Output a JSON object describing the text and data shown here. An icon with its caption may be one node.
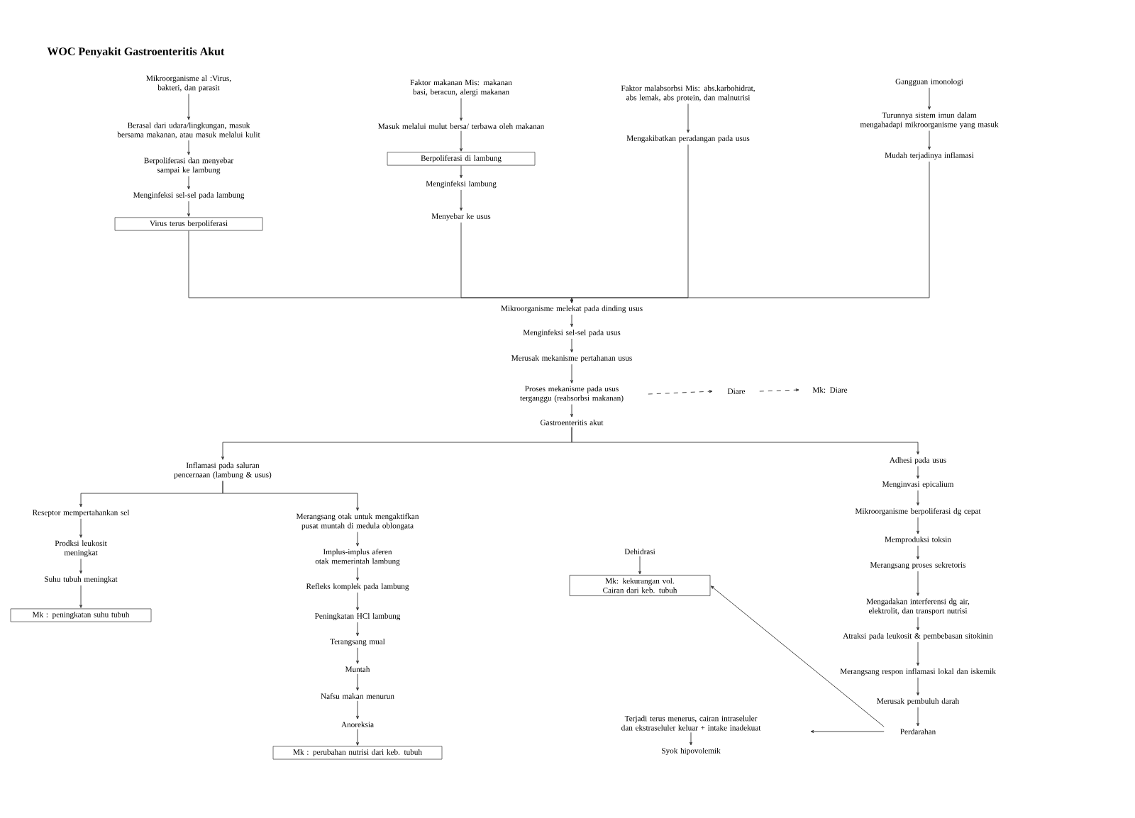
{
  "diagram": {
    "title": "WOC Penyakit Gastroenteritis Akut",
    "nodes": [
      {
        "text": [
          "Mikroorganisme al :Virus, bakteri, dan parasit"
        ]
      },
      {
        "text": [
          "Berasal dari udara/lingkungan, masuk bersama makanan, atau masuk melalui kulit"
        ]
      },
      {
        "text": [
          "Berpoliferasi dan menyebar sampai ke lambung"
        ]
      },
      {
        "text": [
          "Menginfeksi sel-sel pada lambung"
        ]
      },
      {
        "text": [
          "Virus terus berpoliferasi"
        ]
      },
      {
        "text": [
          "Faktor makanan Mis: makanan basi, beracun, alergi makanan"
        ]
      },
      {
        "text": [
          "Masuk melalui mulut bersa/ terbawa oleh makanan"
        ]
      },
      {
        "text": [
          "Berpoliferasi di lambung"
        ]
      },
      {
        "text": [
          "Menginfeksi lambung"
        ]
      },
      {
        "text": [
          "Menyebar ke usus"
        ]
      },
      {
        "text": [
          "Faktor malabsorbsi Mis: abs.karbohidrat, abs lemak, abs protein, dan malnutrisi"
        ]
      },
      {
        "text": [
          "Mengakibatkan peradangan pada usus"
        ]
      },
      {
        "text": [
          "Gangguan imonologi"
        ]
      },
      {
        "text": [
          "Turunnya sistem imun dalam mengahadapi mikroorganisme yang masuk"
        ]
      },
      {
        "text": [
          "Mudah terjadinya inflamasi"
        ]
      },
      {
        "text": [
          "Mikroorganisme melekat pada dinding usus"
        ]
      },
      {
        "text": [
          "Menginfeksi sel-sel pada usus"
        ]
      },
      {
        "text": [
          "Merusak mekanisme pertahanan usus"
        ]
      },
      {
        "text": [
          "Proses mekanisme pada usus terganggu (reabsorbsi makanan)"
        ]
      },
      {
        "text": [
          "Diare"
        ]
      },
      {
        "text": [
          "Mk: Diare"
        ]
      },
      {
        "text": [
          "Gastroenteritis akut"
        ]
      },
      {
        "text": [
          "Inflamasi pada saluran pencernaan (lambung & usus)"
        ]
      },
      {
        "text": [
          "Adhesi pada usus"
        ]
      },
      {
        "text": [
          "Reseptor mempertahankan sel"
        ]
      },
      {
        "text": [
          "Prodksi leukosit meningkat"
        ]
      },
      {
        "text": [
          "Suhu tubuh meningkat"
        ]
      },
      {
        "text": [
          "Mk : peningkatan suhu tubuh"
        ]
      },
      {
        "text": [
          "Merangsang otak untuk mengaktifkan pusat muntah di medula oblongata"
        ]
      },
      {
        "text": [
          "Implus-implus aferen otak memerintah lambung"
        ]
      },
      {
        "text": [
          "Refleks komplek pada lambung"
        ]
      },
      {
        "text": [
          "Peningkatan HCl lambung"
        ]
      },
      {
        "text": [
          "Terangsang mual"
        ]
      },
      {
        "text": [
          "Muntah"
        ]
      },
      {
        "text": [
          "Nafsu makan menurun"
        ]
      },
      {
        "text": [
          "Anoreksia"
        ]
      },
      {
        "text": [
          "Mk : perubahan nutrisi dari keb. tubuh"
        ]
      },
      {
        "text": [
          "Menginvasi epicalium"
        ]
      },
      {
        "text": [
          "Mikroorganisme berpoliferasi dg cepat"
        ]
      },
      {
        "text": [
          "Memproduksi toksin"
        ]
      },
      {
        "text": [
          "Merangsang proses sekretoris"
        ]
      },
      {
        "text": [
          "Mengadakan interferensi dg air, elektrolit, dan transport nutrisi"
        ]
      },
      {
        "text": [
          "Atraksi pada leukosit & pembebasan sitokinin"
        ]
      },
      {
        "text": [
          "Merangsang respon inflamasi lokal dan iskemik"
        ]
      },
      {
        "text": [
          "Merusak pembuluh darah"
        ]
      },
      {
        "text": [
          "Perdarahan"
        ]
      },
      {
        "text": [
          "Terjadi terus menerus, cairan intraseluler dan ekstraseluler keluar + intake inadekuat"
        ]
      },
      {
        "text": [
          "Syok hipovolemik"
        ]
      },
      {
        "text": [
          "Dehidrasi"
        ]
      },
      {
        "text": [
          "Mk: kekurangan vol. Cairan dari keb. tubuh"
        ]
      }
    ],
    "edges": [
      {
        "from": 0,
        "to": 1,
        "arrow": "to"
      },
      {
        "from": 1,
        "to": 2,
        "arrow": "to"
      },
      {
        "from": 2,
        "to": 3,
        "arrow": "to"
      },
      {
        "from": 3,
        "to": 4,
        "arrow": "to"
      },
      {
        "from": 5,
        "to": 6,
        "arrow": "to"
      },
      {
        "from": 6,
        "to": 7,
        "arrow": "to"
      },
      {
        "from": 7,
        "to": 8,
        "arrow": "to"
      },
      {
        "from": 8,
        "to": 9,
        "arrow": "to"
      },
      {
        "from": 10,
        "to": 11,
        "arrow": "to"
      },
      {
        "from": 12,
        "to": 13,
        "arrow": "to"
      },
      {
        "from": 13,
        "to": 14,
        "arrow": "to"
      },
      {
        "from": 4,
        "to": 15,
        "arrow": "to"
      },
      {
        "from": 9,
        "to": 15,
        "arrow": "to"
      },
      {
        "from": 11,
        "to": 15,
        "arrow": "to"
      },
      {
        "from": 14,
        "to": 15,
        "arrow": "to"
      },
      {
        "from": 15,
        "to": 16,
        "arrow": "to"
      },
      {
        "from": 16,
        "to": 17,
        "arrow": "to"
      },
      {
        "from": 17,
        "to": 18,
        "arrow": "to"
      },
      {
        "from": 18,
        "to": 19,
        "arrow": "to",
        "style": "dashed"
      },
      {
        "from": 19,
        "to": 20,
        "arrow": "to",
        "style": "dashed"
      },
      {
        "from": 18,
        "to": 21,
        "arrow": "to"
      },
      {
        "from": 21,
        "to": 22,
        "arrow": "to"
      },
      {
        "from": 21,
        "to": 23,
        "arrow": "to"
      },
      {
        "from": 22,
        "to": 24,
        "arrow": "to"
      },
      {
        "from": 22,
        "to": 28,
        "arrow": "to"
      },
      {
        "from": 24,
        "to": 25,
        "arrow": "to"
      },
      {
        "from": 25,
        "to": 26,
        "arrow": "to"
      },
      {
        "from": 26,
        "to": 27,
        "arrow": "to"
      },
      {
        "from": 28,
        "to": 29,
        "arrow": "to"
      },
      {
        "from": 29,
        "to": 30,
        "arrow": "to"
      },
      {
        "from": 30,
        "to": 31,
        "arrow": "to"
      },
      {
        "from": 31,
        "to": 32,
        "arrow": "to"
      },
      {
        "from": 32,
        "to": 33,
        "arrow": "to"
      },
      {
        "from": 33,
        "to": 34,
        "arrow": "to"
      },
      {
        "from": 34,
        "to": 35,
        "arrow": "to"
      },
      {
        "from": 35,
        "to": 36,
        "arrow": "to"
      },
      {
        "from": 23,
        "to": 37,
        "arrow": "to"
      },
      {
        "from": 37,
        "to": 38,
        "arrow": "to"
      },
      {
        "from": 38,
        "to": 39,
        "arrow": "to"
      },
      {
        "from": 39,
        "to": 40,
        "arrow": "to"
      },
      {
        "from": 40,
        "to": 41,
        "arrow": "to"
      },
      {
        "from": 41,
        "to": 42,
        "arrow": "to"
      },
      {
        "from": 42,
        "to": 43,
        "arrow": "to"
      },
      {
        "from": 43,
        "to": 44,
        "arrow": "to"
      },
      {
        "from": 44,
        "to": 45,
        "arrow": "to"
      },
      {
        "from": 45,
        "to": 46,
        "arrow": "to"
      },
      {
        "from": 45,
        "to": 49,
        "arrow": "to"
      },
      {
        "from": 46,
        "to": 47,
        "arrow": "to"
      },
      {
        "from": 48,
        "to": 49,
        "arrow": "to"
      }
    ]
  }
}
